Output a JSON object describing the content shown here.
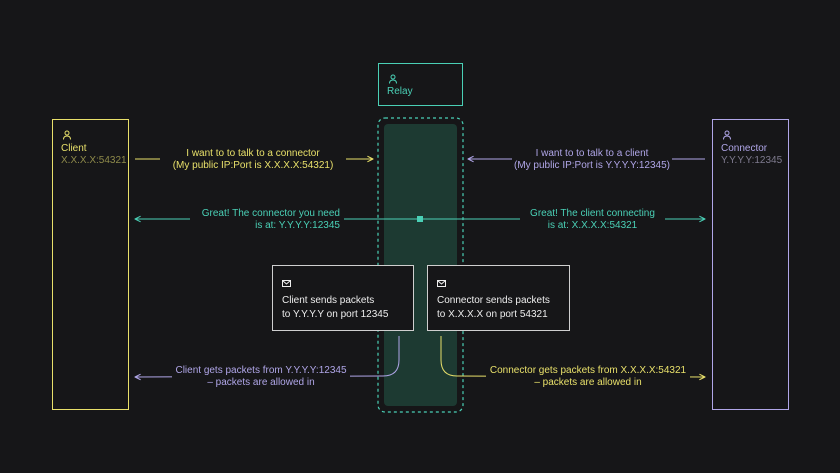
{
  "nodes": {
    "relay": {
      "title": "Relay"
    },
    "client": {
      "title": "Client",
      "ip": "X.X.X.X:54321"
    },
    "connector": {
      "title": "Connector",
      "ip": "Y.Y.Y.Y:12345"
    }
  },
  "messages": {
    "client_request": {
      "line1": "I want to to talk to a connector",
      "line2": "(My public IP:Port is X.X.X.X:54321)"
    },
    "connector_request": {
      "line1": "I want to to talk to a client",
      "line2": "(My public IP:Port is Y.Y.Y.Y:12345)"
    },
    "relay_to_client": {
      "line1": "Great! The connector you need",
      "line2": "is at: Y.Y.Y.Y:12345"
    },
    "relay_to_connector": {
      "line1": "Great! The client connecting",
      "line2": "is at: X.X.X.X:54321"
    },
    "client_receives": {
      "line1": "Client gets packets from Y.Y.Y.Y:12345",
      "line2": "– packets are allowed in"
    },
    "connector_receives": {
      "line1": "Connector gets packets from X.X.X.X:54321",
      "line2": "– packets are allowed in"
    }
  },
  "cards": {
    "client_send": {
      "line1": "Client sends packets",
      "line2": "to Y.Y.Y.Y on port 12345"
    },
    "connector_send": {
      "line1": "Connector sends packets",
      "line2": "to X.X.X.X on port 54321"
    }
  },
  "colors": {
    "background": "#161618",
    "client": "#e8e06a",
    "connector": "#b0a6e8",
    "relay": "#4ad0b6",
    "card_border": "#cfcfcf"
  },
  "icons": {
    "node": "user-icon",
    "card": "envelope-icon"
  }
}
